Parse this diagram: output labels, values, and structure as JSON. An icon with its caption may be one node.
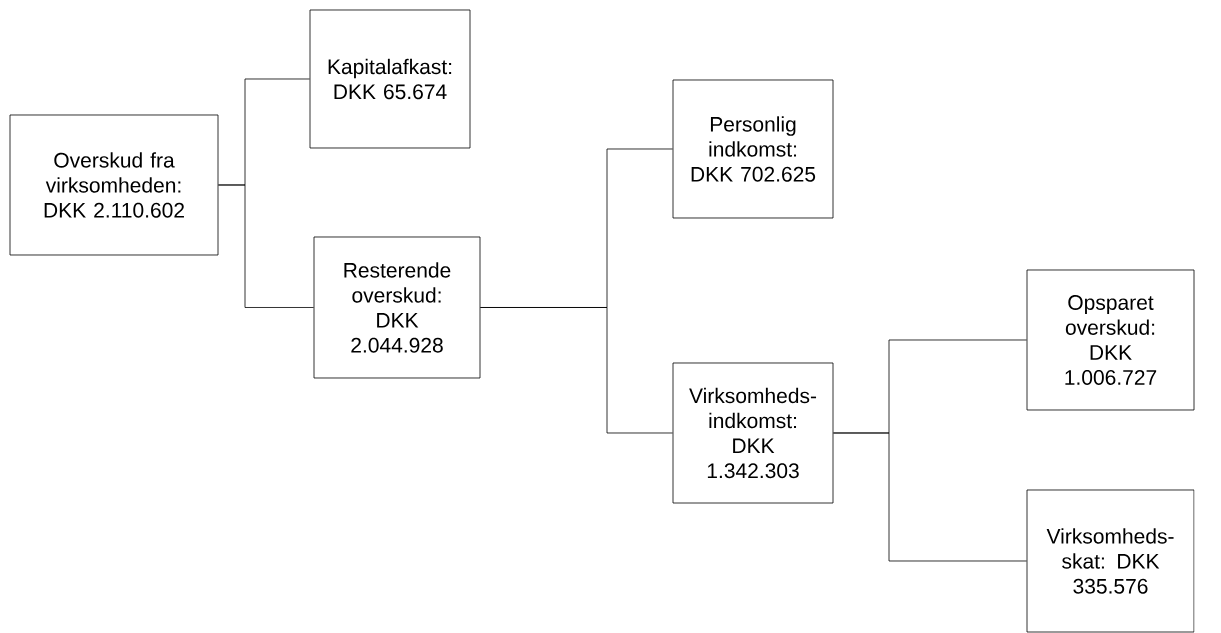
{
  "diagram": {
    "nodes": [
      {
        "text": [
          "Overskud fra virksomheden: DKK 2.110.602"
        ]
      },
      {
        "text": [
          "Kapitalafkast: DKK 65.674"
        ]
      },
      {
        "text": [
          "Resterende overskud: DKK 2.044.928"
        ]
      },
      {
        "text": [
          "Personlig indkomst: DKK 702.625"
        ]
      },
      {
        "text": [
          "Virksomheds-indkomst: DKK 1.342.303"
        ]
      },
      {
        "text": [
          "Opsparet overskud: DKK 1.006.727"
        ]
      },
      {
        "text": [
          "Virksomheds-skat: DKK 335.576"
        ]
      }
    ],
    "edges": [
      {
        "from": 0,
        "to": 1,
        "arrow": "none"
      },
      {
        "from": 0,
        "to": 2,
        "arrow": "none"
      },
      {
        "from": 2,
        "to": 3,
        "arrow": "none"
      },
      {
        "from": 2,
        "to": 4,
        "arrow": "none"
      },
      {
        "from": 4,
        "to": 5,
        "arrow": "none"
      },
      {
        "from": 4,
        "to": 6,
        "arrow": "none"
      }
    ]
  }
}
